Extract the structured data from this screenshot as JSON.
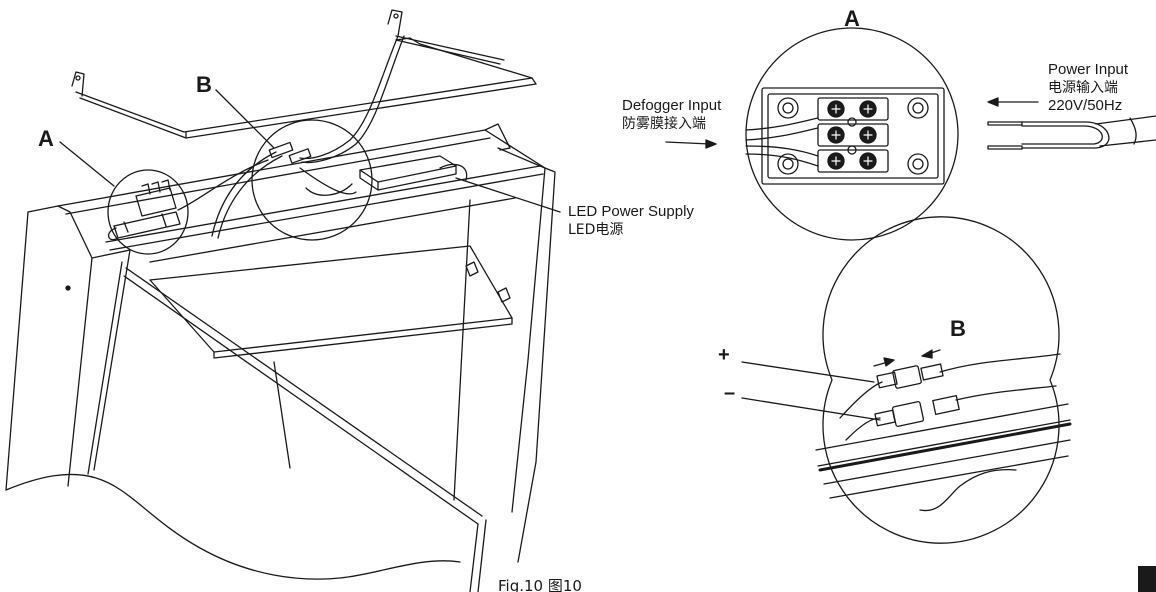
{
  "callouts": {
    "a_main": "A",
    "b_main": "B",
    "a_detail": "A",
    "b_detail": "B"
  },
  "led_power_supply": {
    "en": "LED Power Supply",
    "cn": "LED电源"
  },
  "defogger_input": {
    "en": "Defogger Input",
    "cn": "防雾膜接入端"
  },
  "power_input": {
    "en": "Power Input",
    "cn": "电源输入端",
    "spec": "220V/50Hz"
  },
  "polarity": {
    "plus": "+",
    "minus": "–"
  },
  "figure_caption": "Fig.10 图10",
  "colors": {
    "ink": "#1a1a1a",
    "background": "#ffffff"
  }
}
